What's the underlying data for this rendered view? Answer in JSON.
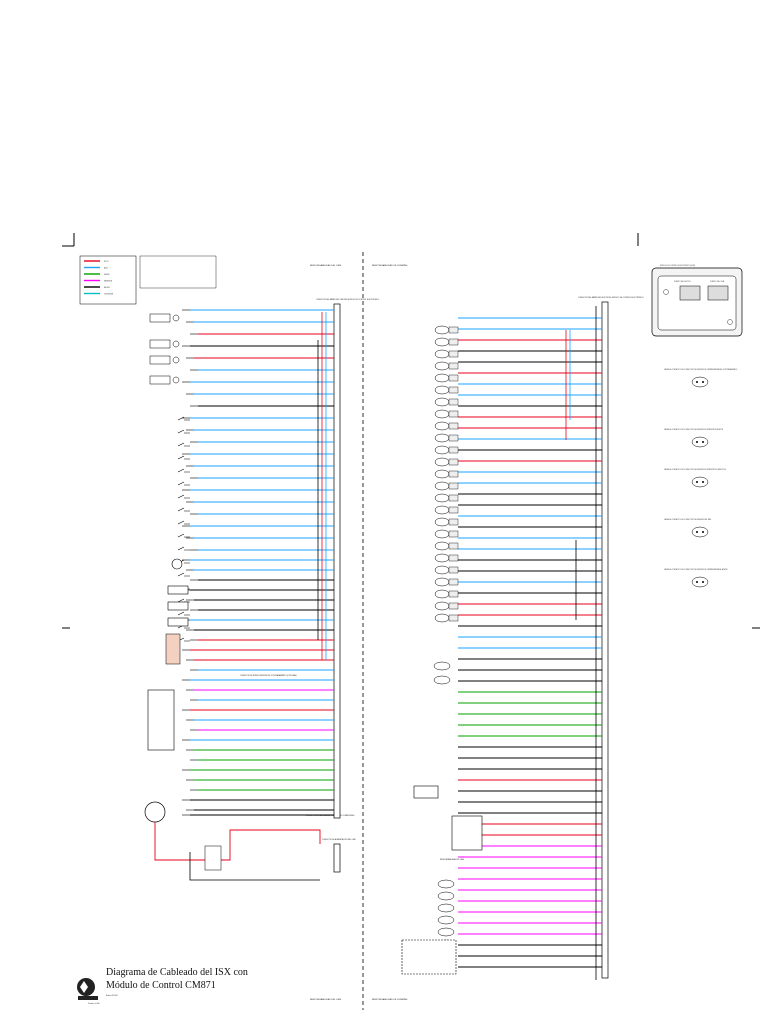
{
  "document": {
    "title_line1": "Diagrama de Cableado del ISX con",
    "title_line2": "Módulo de Control CM871",
    "bulletin_label": "Boletín 4021602",
    "printed_label": "Printed in U.S.A."
  },
  "header_left": {
    "responsibility_left": "RESPONSABILIDAD DEL OEM",
    "responsibility_mid": "RESPONSABILIDAD DE CUMMINS"
  },
  "footer": {
    "responsibility_left": "RESPONSABILIDAD DEL OEM",
    "responsibility_mid": "RESPONSABILIDAD DE CUMMINS"
  },
  "connectors": {
    "oem_harness": "CONECTOR DEL ARNÉS DEL OEM DEL MÓDULO DE CONTROL ELECTRÓNICO",
    "engine_harness": "CONECTOR DEL ARNÉS DEL MOTOR DEL MÓDULO DE CONTROL ELECTRÓNICO",
    "optional_interconnect": "CONECTOR DE INTERCONEXIÓN DEL POSTRATAMIENTO (OPCIONAL)",
    "power": "CONECTOR DE ALIMENTACIÓN DEL OEM",
    "lift_pump": "CONECTOR DE LA BOMBA DE LEVANTE DEL COMBUSTIBLE",
    "responsibility_cm": "RESPONSABILIDAD DEL OEM"
  },
  "module_panel": {
    "title": "MÓDULO DE CONTROL ELECTRÓNICO (ECM)",
    "engine_port": "PUERTO DEL MOTOR",
    "oem_port": "PUERTO DEL OEM"
  },
  "legend": {
    "items": [
      {
        "color": "#e8001b",
        "label": "ROJO"
      },
      {
        "color": "#1aa3ff",
        "label": "AZUL"
      },
      {
        "color": "#00a000",
        "label": "VERDE"
      },
      {
        "color": "#ff00ff",
        "label": "MAGENTA"
      },
      {
        "color": "#000000",
        "label": "NEGRO"
      },
      {
        "color": "#00c0c0",
        "label": "TURQUESA"
      }
    ]
  },
  "right_notes": [
    "CARA DE CONTACTO DEL CONECTOR DEL SENSOR DE TEMPERATURA DEL POSTRATAMIENTO",
    "CARA DE CONTACTO DEL CONECTOR DEL SENSOR DE PRESIÓN DE ACEITE",
    "CARA DE CONTACTO DEL CONECTOR DEL SENSOR DE PRESIÓN DEL MÚLTIPLE",
    "CARA DE CONTACTO DEL CONECTOR DEL SENSOR DEL RIEL",
    "CARA DE CONTACTO DEL CONECTOR DEL SENSOR DE TEMPERATURA DE ACEITE"
  ],
  "colors": {
    "red": "#e8001b",
    "blue": "#1aa3ff",
    "green": "#00a000",
    "magenta": "#ff00ff",
    "black": "#000000",
    "cyan": "#00c0c0"
  }
}
